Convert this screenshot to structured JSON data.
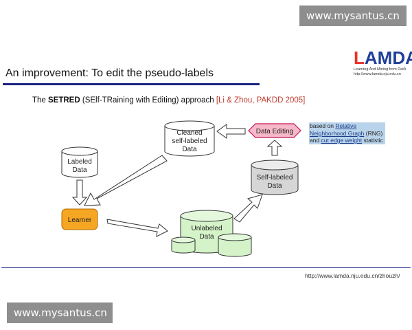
{
  "watermark": {
    "top": "www.mysantus.cn",
    "bottom": "www.mysantus.cn"
  },
  "logo": {
    "part_red": "L",
    "part_blue": "AMDA",
    "line1": "Learning And Mining from DatA",
    "line2": "http://www.lamda.nju.edu.cn"
  },
  "slide": {
    "title": "An improvement: To edit the pseudo-labels",
    "subtitle_pre": "The ",
    "subtitle_bold": "SETRED",
    "subtitle_mid": " (SElf-TRaining with Editing) approach ",
    "subtitle_ref": "[Li & Zhou, PAKDD 2005]",
    "footer_url": "http://www.lamda.nju.edu.cn/zhouzh/"
  },
  "note": {
    "p1": "based on ",
    "u1": "Relative",
    "u2": "Neighborhood Graph",
    "p2": " (RNG)",
    "p3": "and ",
    "u3": "cut edge weight",
    "p4": " statistic"
  },
  "diagram": {
    "labeled_line1": "Labeled",
    "labeled_line2": "Data",
    "cleaned_line1": "Cleaned",
    "cleaned_line2": "self-labeled",
    "cleaned_line3": "Data",
    "data_editing": "Data Editing",
    "selflabeled_line1": "Self-labeled",
    "selflabeled_line2": "Data",
    "learner": "Learner",
    "unlabeled_line1": "Unlabeled",
    "unlabeled_line2": "Data",
    "colors": {
      "learner_fill": "#f5a623",
      "editing_fill": "#f7b8c9",
      "editing_stroke": "#c2185b",
      "unlabeled_fill": "#d4f3c9",
      "selflabeled_fill": "#d6d6d6"
    }
  }
}
